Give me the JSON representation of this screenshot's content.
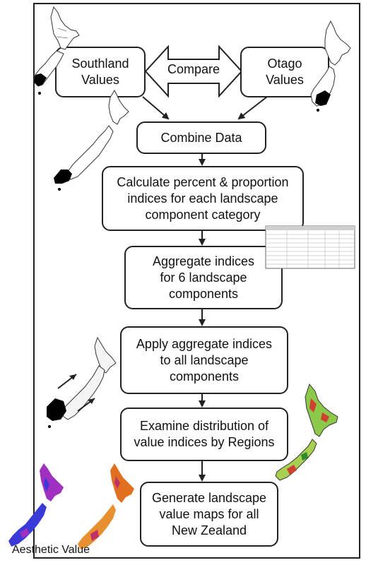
{
  "diagram": {
    "nodes": {
      "southland": "Southland\nValues",
      "otago": "Otago\nValues",
      "combine": "Combine Data",
      "calculate": "Calculate percent & proportion\nindices for each landscape\ncomponent category",
      "aggregate": "Aggregate indices\nfor 6 landscape\ncomponents",
      "apply": "Apply aggregate indices\nto all landscape\ncomponents",
      "examine": "Examine distribution of\nvalue indices by Regions",
      "generate": "Generate landscape\nvalue maps for all\nNew Zealand"
    },
    "compare_label": "Compare",
    "map_caption": "Aesthetic Value"
  },
  "colors": {
    "line": "#222222",
    "map_fill": "#000000",
    "aesthetic_blue": "#3a3ad8",
    "aesthetic_purple": "#a030c0",
    "aesthetic_orange": "#e07020",
    "region_green": "#8cc84a",
    "region_red": "#d04030"
  },
  "icons": [
    "nz-map-southland-icon",
    "nz-map-otago-icon",
    "nz-map-combined-icon",
    "data-table-icon",
    "nz-map-arrows-icon",
    "nz-regions-map-icon",
    "aesthetic-value-map-blue-icon",
    "aesthetic-value-map-orange-icon"
  ]
}
